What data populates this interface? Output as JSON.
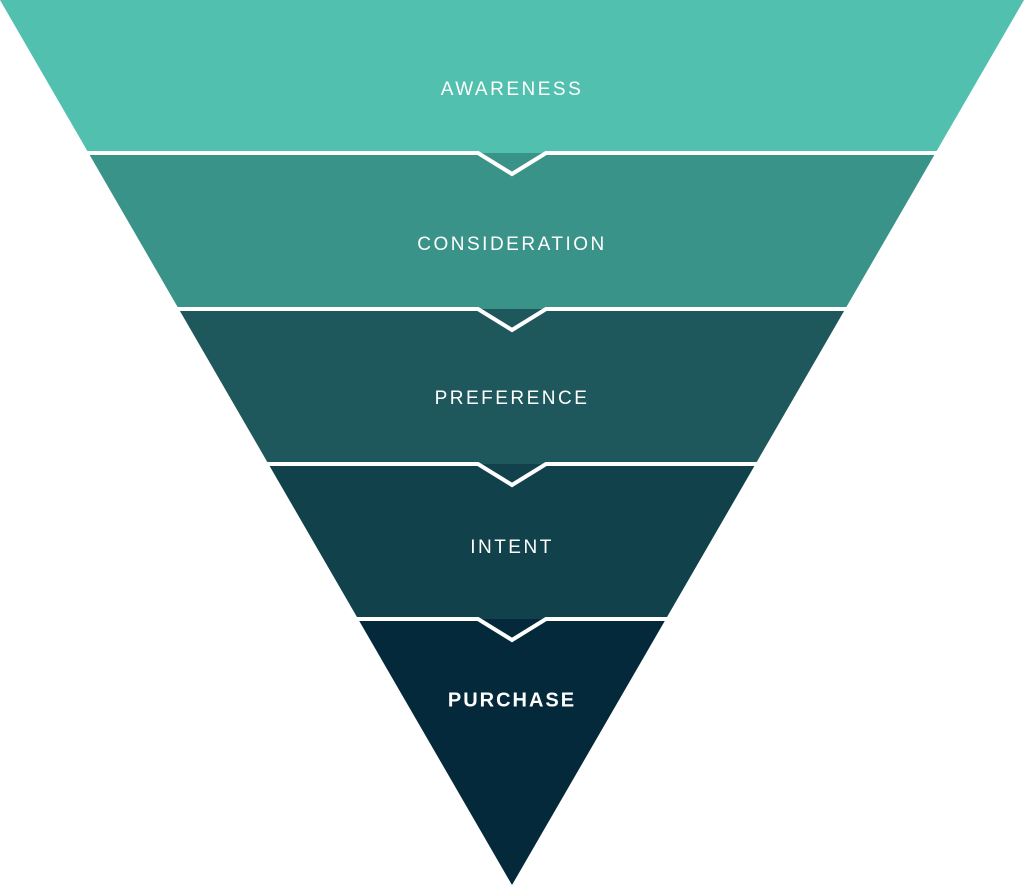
{
  "funnel": {
    "stages": [
      {
        "label": "AWARENESS",
        "color": "#52c0ae",
        "emphasis": "normal"
      },
      {
        "label": "CONSIDERATION",
        "color": "#3a9389",
        "emphasis": "normal"
      },
      {
        "label": "PREFERENCE",
        "color": "#1f585c",
        "emphasis": "normal"
      },
      {
        "label": "INTENT",
        "color": "#11424b",
        "emphasis": "normal"
      },
      {
        "label": "PURCHASE",
        "color": "#03293a",
        "emphasis": "bold"
      }
    ],
    "separator_color": "#ffffff"
  }
}
